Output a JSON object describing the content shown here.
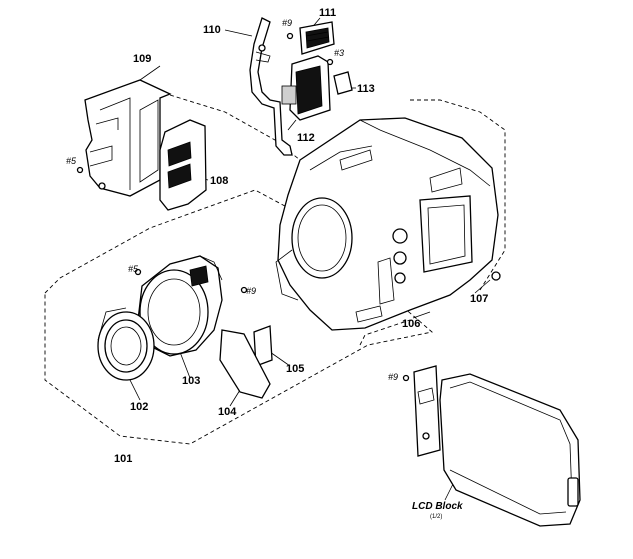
{
  "parts": {
    "p101": "101",
    "p102": "102",
    "p103": "103",
    "p104": "104",
    "p105": "105",
    "p106": "106",
    "p107": "107",
    "p108": "108",
    "p109": "109",
    "p110": "110",
    "p111": "111",
    "p112": "112",
    "p113": "113"
  },
  "screws": {
    "s9_top": "#9",
    "s3": "#3",
    "s5_left": "#5",
    "s5_mid": "#5",
    "s9_mid": "#9",
    "s9_lcd": "#9"
  },
  "lcd_block": {
    "label": "LCD Block",
    "sublabel": "(1/2)"
  }
}
